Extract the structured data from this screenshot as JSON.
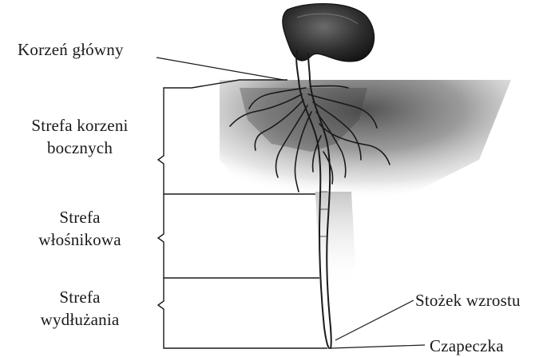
{
  "labels": {
    "main_root": "Korzeń główny",
    "lateral_zone_line1": "Strefa korzeni",
    "lateral_zone_line2": "bocznych",
    "hair_zone_line1": "Strefa",
    "hair_zone_line2": "włośnikowa",
    "elongation_zone_line1": "Strefa",
    "elongation_zone_line2": "wydłużania",
    "growth_tip": "Stożek wzrostu",
    "root_cap": "Czapeczka"
  },
  "colors": {
    "ink": "#1a1a1a",
    "seed_dark": "#2b2b2b",
    "soil_shade": "#7a7a7a",
    "background": "#ffffff"
  }
}
